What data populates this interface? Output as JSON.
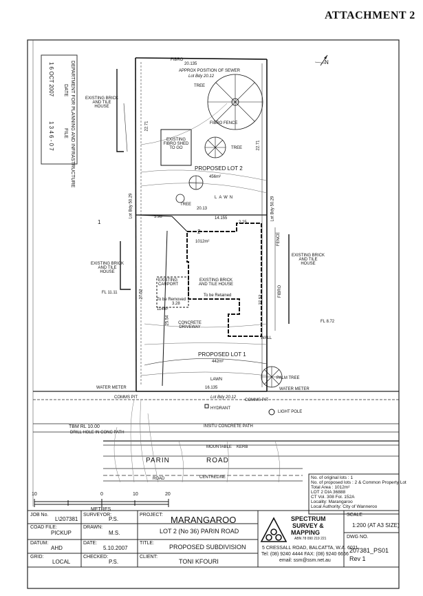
{
  "attachment": "ATTACHMENT 2",
  "stamp": {
    "dept": "DEPARTMENT FOR PLANNING AND INFRASTRUCTURE",
    "date_label": "DATE",
    "date": "1 6 OCT 2007",
    "file_label": "FILE",
    "file": "1 3 4 6 - 0 7"
  },
  "plan": {
    "lot_left": "1",
    "lot_num": "2",
    "lot2_area_label": "PROPOSED LOT 2",
    "lot2_area": "456m²",
    "lot1_area_label": "PROPOSED LOT 1",
    "lot1_area": "442m²",
    "existing_area": "1012m²",
    "dim_top": "20.135",
    "dim_mid": "20.13",
    "dim_bottom": "16.135",
    "dim_1415": "14.155",
    "dim_225": "2.25",
    "dim_598": "5.98",
    "dim_2271_l": "22.71",
    "dim_2271_r": "22.71",
    "dim_2752_l": "27.52",
    "dim_2752_r": "27.52",
    "dim_2554": "25.54",
    "lot_bdy_l": "Lot Bdy 50.29",
    "lot_bdy_r": "Lot Bdy 50.29",
    "lot_bdy_top": "Lot Bdy 20.12",
    "lot_bdy_bottom": "Lot Bdy 20.12",
    "approx_sewer": "APPROX POSITION OF SEWER",
    "tree1": "TREE",
    "tree2": "TREE",
    "tree3": "TREE",
    "fibro_fence_top": "FIBRO",
    "fibro_fence_r": "FIBRO FENCE",
    "shed": "EXISTING FIBRO SHED TO GO",
    "lawn1": "LAWN",
    "lawn2": "LAWN",
    "house_left": "EXISTING BRICK AND TILE HOUSE",
    "house_left2": "EXISTING BRICK AND TILE HOUSE",
    "house_right": "EXISTING BRICK AND TILE HOUSE",
    "house_main": "EXISTING BRICK AND TILE HOUSE",
    "house_main_note": "To be Retained",
    "carport": "EXISTING CARPORT",
    "carport_note": "To be Removed",
    "carport_dim": "3.28",
    "area_114": "114m²",
    "driveway": "CONCRETE DRIVEWAY",
    "wall": "WALL",
    "fence_r": "FENCE",
    "fibro_r": "FIBRO",
    "palm": "PALM TREE",
    "water_meter_l": "WATER METER",
    "water_meter_r": "WATER METER",
    "comms_pit_l": "COMMS PIT",
    "comms_pit_r": "COMMS PIT",
    "hydrant": "HYDRANT",
    "light_pole": "LIGHT POLE",
    "insitu_path": "INSITU CONCRETE PATH",
    "tbm": "TBM RL 10.00",
    "drill": "DRILL HOLE IN CONC PATH",
    "mountable": "MOUNTABLE",
    "kerb": "KERB",
    "road_name1": "PARIN",
    "road_name2": "ROAD",
    "centreline": "CENTRELINE",
    "road": "ROAD",
    "fl_left": "FL 11.11",
    "fl_right": "FL 8.72",
    "north": "N"
  },
  "info": {
    "lines": [
      "No. of original lots :    1",
      "No. of proposed lots :  2 & Common Property Lot",
      "Total Area :               1012m²",
      "LOT  2       DIA 36888",
      "CT Vol.  308     Fol.  152A",
      "Locality:                  Marangaroo",
      "Local Authority:       City of Wanneroo"
    ]
  },
  "scale_bar": {
    "labels": [
      "10",
      "0",
      "10",
      "20"
    ],
    "units": "METRES"
  },
  "title_block": {
    "job_no_label": "JOB No.",
    "job_no": "L\\207381",
    "surveyor_label": "SURVEYOR:",
    "surveyor": "P.S.",
    "project_label": "PROJECT:",
    "project_title": "MARANGAROO",
    "project_sub": "LOT 2 (No 36) PARIN ROAD",
    "coad_label": "COAD FILE:",
    "coad": "PICKUP",
    "drawn_label": "DRAWN:",
    "drawn": "M.S.",
    "datum_label": "DATUM:",
    "datum": "AHD",
    "date_label": "DATE:",
    "date": "5.10.2007",
    "title_label": "TITLE:",
    "title": "PROPOSED SUBDIVISION",
    "grid_label": "GRID:",
    "grid": "LOCAL",
    "checked_label": "CHECKED:",
    "checked": "P.S.",
    "client_label": "CLIENT:",
    "client": "TONI KFOURI",
    "company1": "SPECTRUM",
    "company2": "SURVEY &",
    "company3": "MAPPING",
    "abn": "ABN 78 090 219 221",
    "address": "5 CRESSALL ROAD, BALCATTA, W.A. 6021",
    "tel": "Tel: (08) 9240 4444  FAX: (08) 9240 6666",
    "email": "email: ssm@ssm.net.au",
    "scale_label": "SCALE",
    "scale": "1:200 (AT A3 SIZE)",
    "dwg_label": "DWG NO.",
    "dwg": "207381_PS01",
    "rev": "Rev 1"
  }
}
